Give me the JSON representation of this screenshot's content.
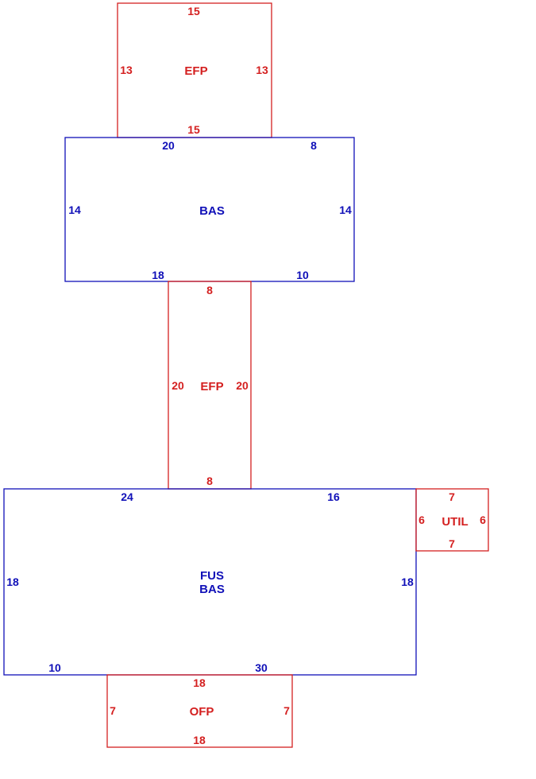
{
  "colors": {
    "blue": "#1010b8",
    "red": "#d42020"
  },
  "sections": [
    {
      "id": "efp-top",
      "color": "red",
      "area_lines": [
        "EFP"
      ],
      "dims": {
        "top": "15",
        "bottom": "15",
        "left": "13",
        "right": "13"
      }
    },
    {
      "id": "bas-upper",
      "color": "blue",
      "area_lines": [
        "BAS"
      ],
      "dims": {
        "top_a": "20",
        "top_b": "8",
        "bottom_a": "18",
        "bottom_b": "10",
        "left": "14",
        "right": "14"
      }
    },
    {
      "id": "efp-middle",
      "color": "red",
      "area_lines": [
        "EFP"
      ],
      "dims": {
        "top": "8",
        "bottom": "8",
        "left": "20",
        "right": "20"
      }
    },
    {
      "id": "fus-bas",
      "color": "blue",
      "area_lines": [
        "FUS",
        "BAS"
      ],
      "dims": {
        "top_a": "24",
        "top_b": "16",
        "bottom_a": "10",
        "bottom_b": "30",
        "left": "18",
        "right": "18"
      }
    },
    {
      "id": "util",
      "color": "red",
      "area_lines": [
        "UTIL"
      ],
      "dims": {
        "top": "7",
        "bottom": "7",
        "left": "6",
        "right": "6"
      }
    },
    {
      "id": "ofp",
      "color": "red",
      "area_lines": [
        "OFP"
      ],
      "dims": {
        "top": "18",
        "bottom": "18",
        "left": "7",
        "right": "7"
      }
    }
  ]
}
